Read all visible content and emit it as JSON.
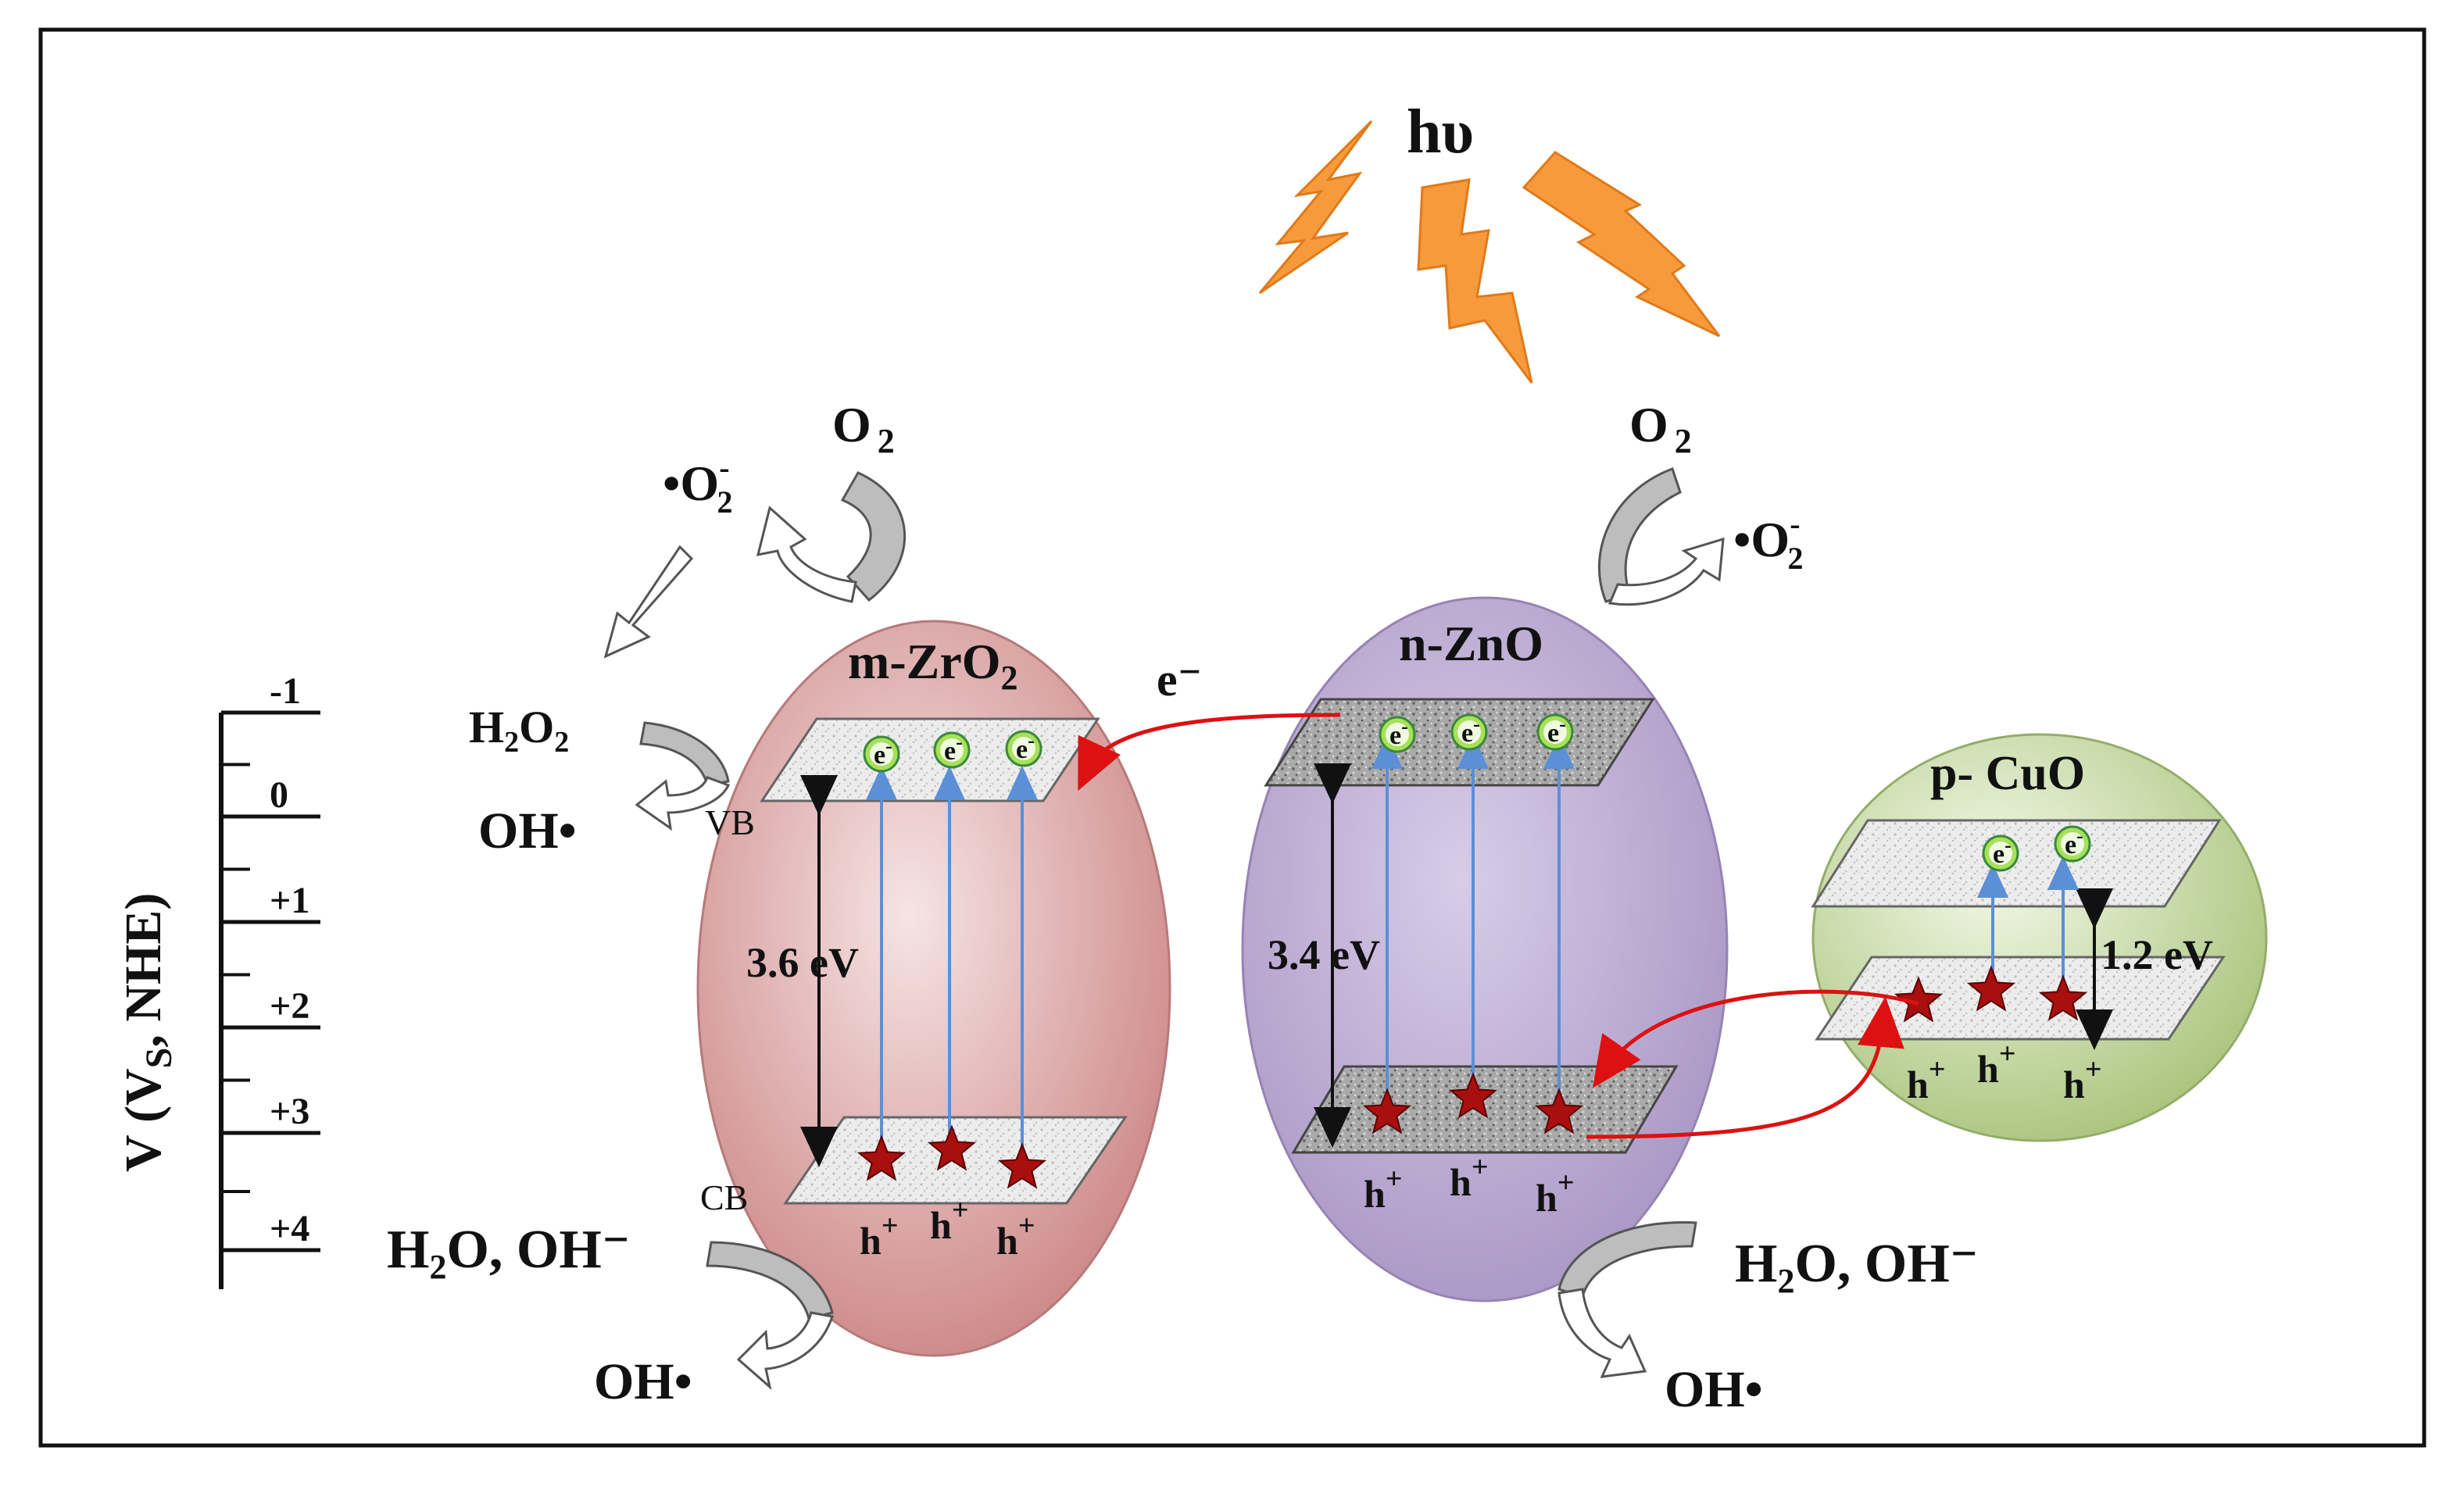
{
  "light": {
    "label": "hυ"
  },
  "axis": {
    "title": "V (V",
    "title_sub": "S",
    "title_end": ", NHE)",
    "ticks": [
      "-1",
      "0",
      "+1",
      "+2",
      "+3",
      "+4"
    ]
  },
  "zro2": {
    "name": "m-ZrO",
    "name_sub": "2",
    "gap": "3.6 eV",
    "vb_label": "VB",
    "cb_label": "CB",
    "electrons": [
      "e",
      "e",
      "e"
    ],
    "holes": [
      "h",
      "h",
      "h"
    ]
  },
  "zno": {
    "name": "n-ZnO",
    "gap": "3.4 eV",
    "electrons": [
      "e",
      "e",
      "e"
    ],
    "holes": [
      "h",
      "h",
      "h"
    ]
  },
  "cuo": {
    "name": "p- CuO",
    "gap": "1.2 eV",
    "electrons": [
      "e",
      "e"
    ],
    "holes": [
      "h",
      "h",
      "h"
    ]
  },
  "transfer": {
    "electron_label": "e⁻"
  },
  "reactions": {
    "o2": "O",
    "o2_sub": "2",
    "superoxide": "•O",
    "superoxide_sup": "-",
    "superoxide_sub": "2",
    "h2o2_a": "H",
    "h2o2_b": "O",
    "h2o2_sub": "2",
    "oh_radical": "OH•",
    "water_a": "H",
    "water_b": "O, OH⁻",
    "water_sub": "2",
    "plus": "+",
    "minus": "-"
  },
  "colors": {
    "zro2_fill": "#d99a9a",
    "zno_fill": "#b9a8cf",
    "cuo_fill": "#c6d9a2",
    "bolt": "#f79a3c",
    "transfer_arrow": "#dd1111",
    "excitation_arrow": "#5b8fd6",
    "hole_star": "#aa0f0f",
    "electron_dot": "#a8e05a"
  }
}
